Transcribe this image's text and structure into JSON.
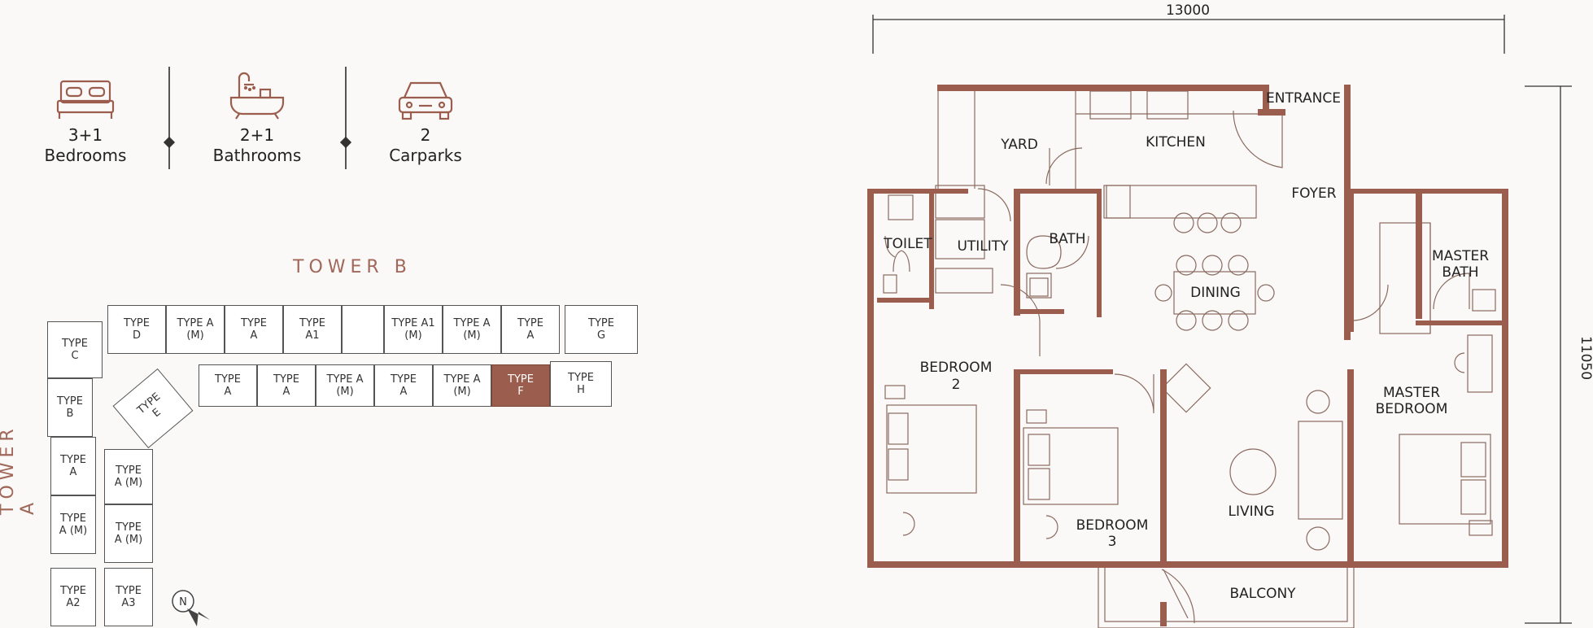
{
  "stats": [
    {
      "value": "3+1",
      "label": "Bedrooms",
      "icon": "bed-icon"
    },
    {
      "value": "2+1",
      "label": "Bathrooms",
      "icon": "bathtub-icon"
    },
    {
      "value": "2",
      "label": "Carparks",
      "icon": "car-icon"
    }
  ],
  "key_plan": {
    "tower_b": "TOWER B",
    "tower_a": "TOWER A",
    "north": "N",
    "highlight_color": "#9b5d4d",
    "units": {
      "u_d": "TYPE\nD",
      "u_am1": "TYPE A\n(M)",
      "u_a1": "TYPE\nA",
      "u_a1b": "TYPE\nA1",
      "u_a1m": "TYPE A1\n(M)",
      "u_am2": "TYPE A\n(M)",
      "u_a2": "TYPE\nA",
      "u_g": "TYPE\nG",
      "u_a3": "TYPE\nA",
      "u_a4": "TYPE\nA",
      "u_am3": "TYPE A\n(M)",
      "u_a5": "TYPE\nA",
      "u_am4": "TYPE A\n(M)",
      "u_f": "TYPE\nF",
      "u_h": "TYPE\nH",
      "u_c": "TYPE\nC",
      "u_b": "TYPE\nB",
      "u_e": "TYPE\nE",
      "u_a6": "TYPE\nA",
      "u_am5": "TYPE\nA (M)",
      "u_am6": "TYPE\nA (M)",
      "u_am7": "TYPE\nA (M)",
      "u_a2b": "TYPE\nA2",
      "u_a3b": "TYPE\nA3"
    }
  },
  "floor_plan": {
    "wall_color": "#9b5d4d",
    "width_dim": "13000",
    "height_dim": "11050",
    "rooms": {
      "entrance": "ENTRANCE",
      "yard": "YARD",
      "kitchen": "KITCHEN",
      "foyer": "FOYER",
      "toilet": "TOILET",
      "utility": "UTILITY",
      "bath": "BATH",
      "dining": "DINING",
      "master_bath_1": "MASTER",
      "master_bath_2": "BATH",
      "bedroom2_1": "BEDROOM",
      "bedroom2_2": "2",
      "master_bedroom_1": "MASTER",
      "master_bedroom_2": "BEDROOM",
      "bedroom3_1": "BEDROOM",
      "bedroom3_2": "3",
      "living": "LIVING",
      "balcony": "BALCONY"
    }
  }
}
